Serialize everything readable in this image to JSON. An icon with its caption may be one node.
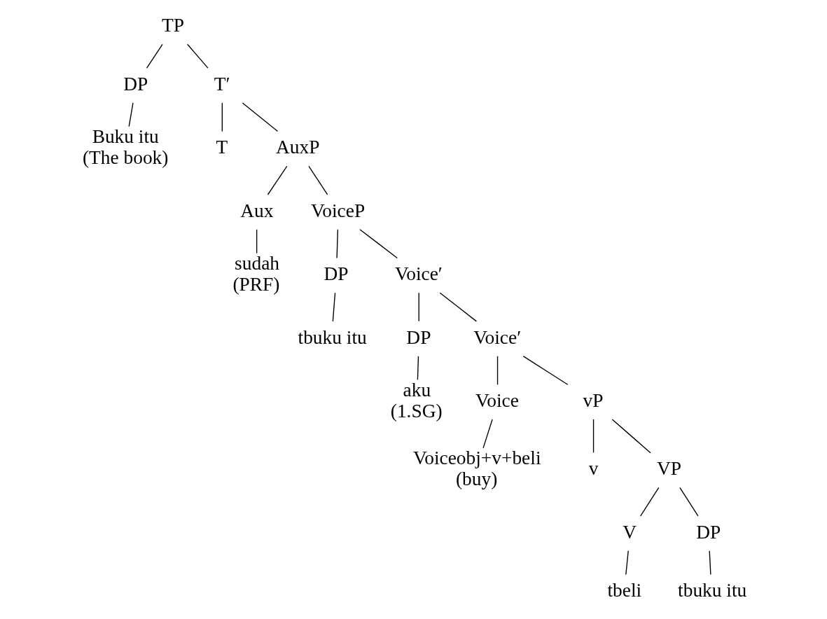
{
  "diagram": {
    "nodes": [
      {
        "text": [
          "TP"
        ]
      },
      {
        "text": [
          "DP"
        ]
      },
      {
        "text": [
          "Buku itu",
          "(The book)"
        ]
      },
      {
        "text": [
          "T′"
        ]
      },
      {
        "text": [
          "T"
        ]
      },
      {
        "text": [
          "AuxP"
        ]
      },
      {
        "text": [
          "Aux"
        ]
      },
      {
        "text": [
          "sudah",
          "(PRF)"
        ]
      },
      {
        "text": [
          "VoiceP"
        ]
      },
      {
        "text": [
          "DP"
        ]
      },
      {
        "text": [
          "tbuku itu"
        ]
      },
      {
        "text": [
          "Voice′"
        ]
      },
      {
        "text": [
          "DP"
        ]
      },
      {
        "text": [
          "aku",
          "(1.SG)"
        ]
      },
      {
        "text": [
          "Voice′"
        ]
      },
      {
        "text": [
          "Voice"
        ]
      },
      {
        "text": [
          "Voiceobj+v+beli",
          "(buy)"
        ]
      },
      {
        "text": [
          "vP"
        ]
      },
      {
        "text": [
          "v"
        ]
      },
      {
        "text": [
          "VP"
        ]
      },
      {
        "text": [
          "V"
        ]
      },
      {
        "text": [
          "tbeli"
        ]
      },
      {
        "text": [
          "DP"
        ]
      },
      {
        "text": [
          "tbuku itu"
        ]
      }
    ],
    "edges": [
      {
        "from": 0,
        "to": 1,
        "arrow": "none"
      },
      {
        "from": 0,
        "to": 3,
        "arrow": "none"
      },
      {
        "from": 1,
        "to": 2,
        "arrow": "none"
      },
      {
        "from": 3,
        "to": 4,
        "arrow": "none"
      },
      {
        "from": 3,
        "to": 5,
        "arrow": "none"
      },
      {
        "from": 5,
        "to": 6,
        "arrow": "none"
      },
      {
        "from": 5,
        "to": 8,
        "arrow": "none"
      },
      {
        "from": 6,
        "to": 7,
        "arrow": "none"
      },
      {
        "from": 8,
        "to": 9,
        "arrow": "none"
      },
      {
        "from": 8,
        "to": 11,
        "arrow": "none"
      },
      {
        "from": 9,
        "to": 10,
        "arrow": "none"
      },
      {
        "from": 11,
        "to": 12,
        "arrow": "none"
      },
      {
        "from": 11,
        "to": 14,
        "arrow": "none"
      },
      {
        "from": 12,
        "to": 13,
        "arrow": "none"
      },
      {
        "from": 14,
        "to": 15,
        "arrow": "none"
      },
      {
        "from": 14,
        "to": 17,
        "arrow": "none"
      },
      {
        "from": 15,
        "to": 16,
        "arrow": "none"
      },
      {
        "from": 17,
        "to": 18,
        "arrow": "none"
      },
      {
        "from": 17,
        "to": 19,
        "arrow": "none"
      },
      {
        "from": 19,
        "to": 20,
        "arrow": "none"
      },
      {
        "from": 19,
        "to": 22,
        "arrow": "none"
      },
      {
        "from": 20,
        "to": 21,
        "arrow": "none"
      },
      {
        "from": 22,
        "to": 23,
        "arrow": "none"
      }
    ]
  }
}
